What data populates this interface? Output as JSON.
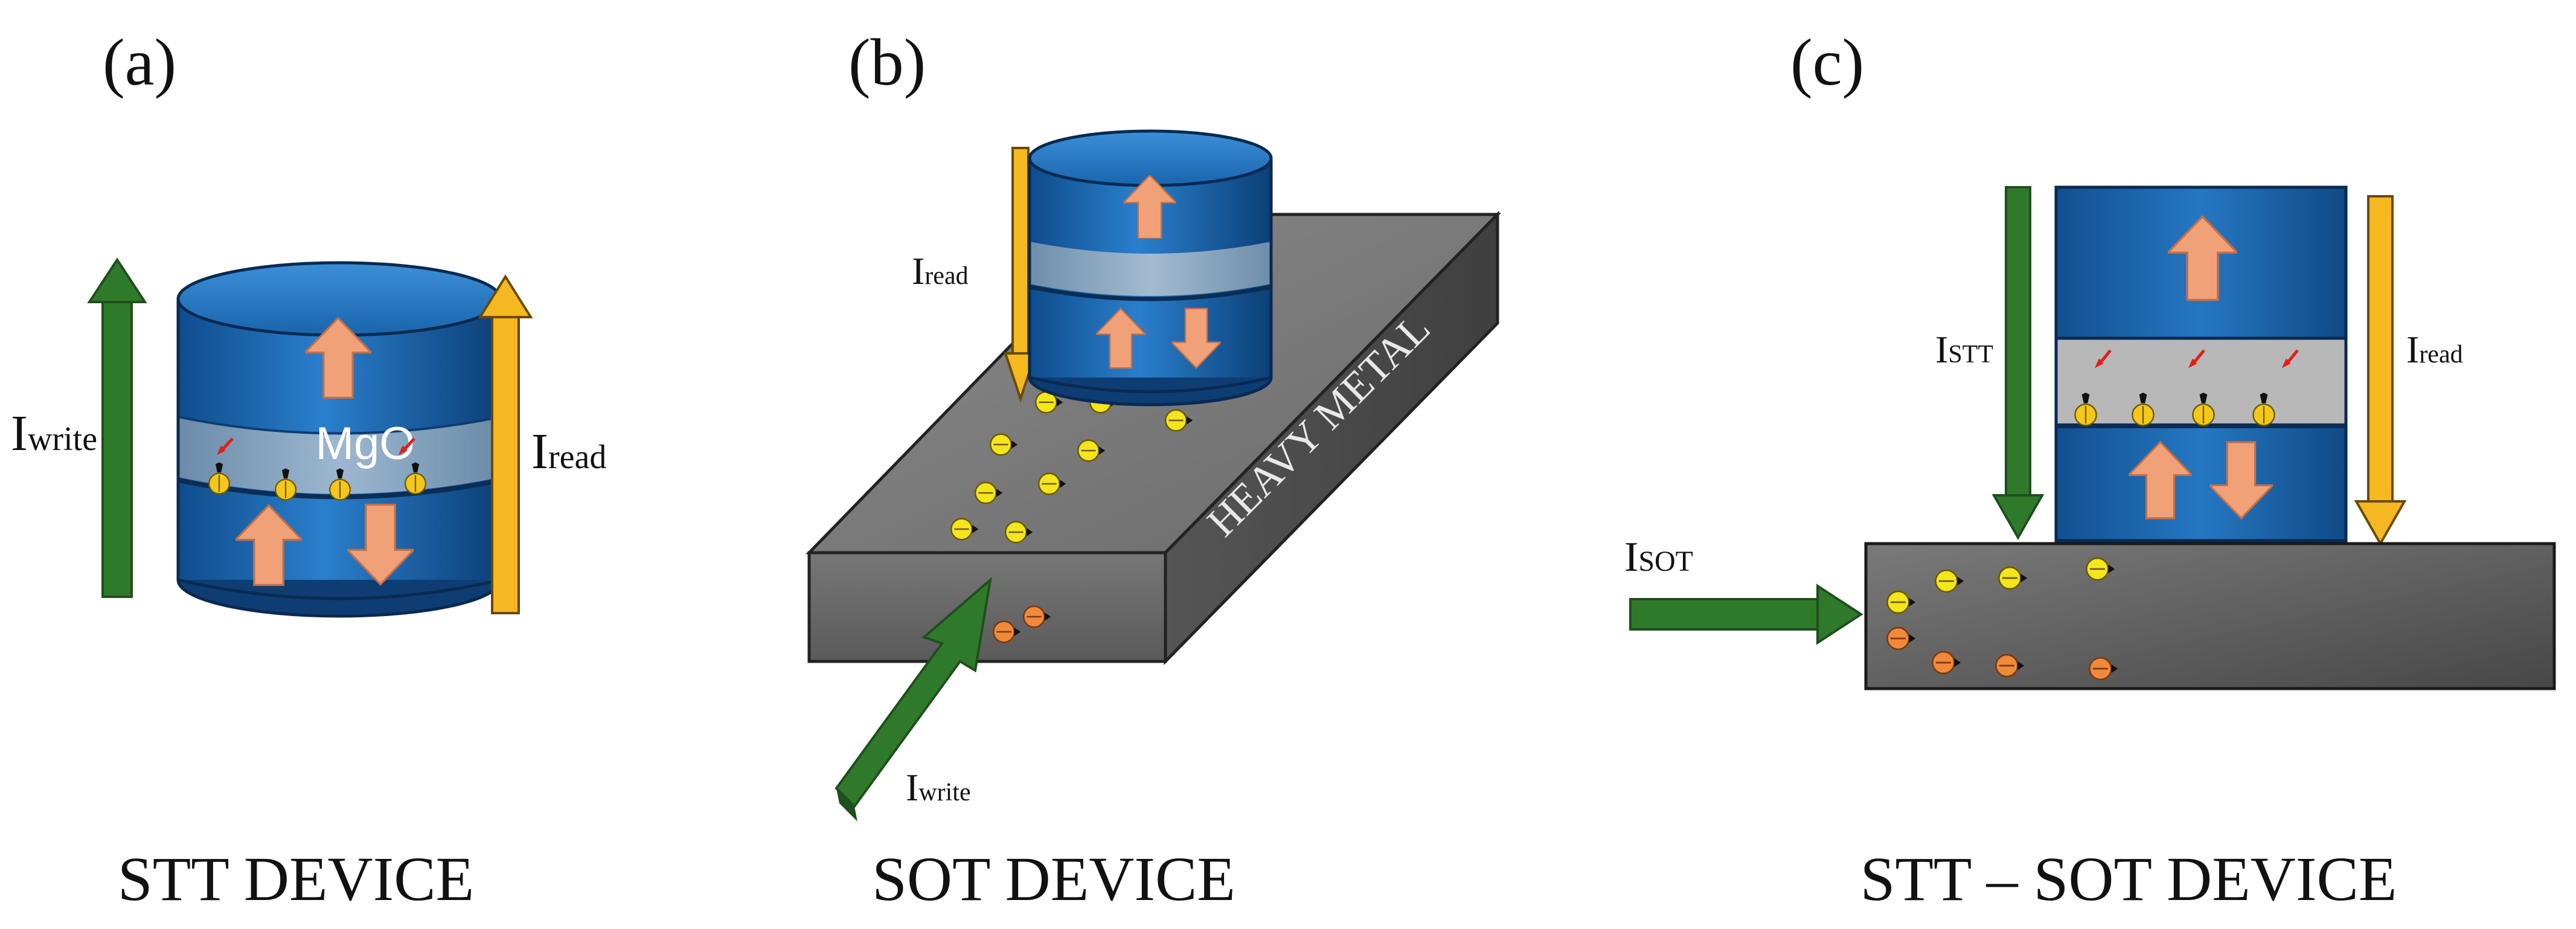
{
  "panels": {
    "a": {
      "letter": "(a)",
      "caption": "STT DEVICE",
      "barrier_label": "MgO",
      "current_write": {
        "main": "I",
        "sub": "write"
      },
      "current_read": {
        "main": "I",
        "sub": "read"
      }
    },
    "b": {
      "letter": "(b)",
      "caption": "SOT DEVICE",
      "slab_label": "HEAVY METAL",
      "current_read": {
        "main": "I",
        "sub": "read"
      },
      "current_write": {
        "main": "I",
        "sub": "write"
      }
    },
    "c": {
      "letter": "(c)",
      "caption": "STT – SOT DEVICE",
      "current_stt": {
        "main": "I",
        "sub": "STT"
      },
      "current_read": {
        "main": "I",
        "sub": "read"
      },
      "current_sot": {
        "main": "I",
        "sub": "SOT"
      }
    }
  },
  "colors": {
    "magnet_blue": "#1f6fb8",
    "magnet_dark": "#0d3d73",
    "barrier": "#8fa8c0",
    "barrier_c": "#b8b8b8",
    "moment_arrow": "#f0a177",
    "write_arrow": "#2f7a2a",
    "read_arrow": "#f5b820",
    "heavy_metal": "#5d5d5d",
    "spin_yellow": "#f5e51c",
    "spin_orange": "#f08a3a"
  }
}
